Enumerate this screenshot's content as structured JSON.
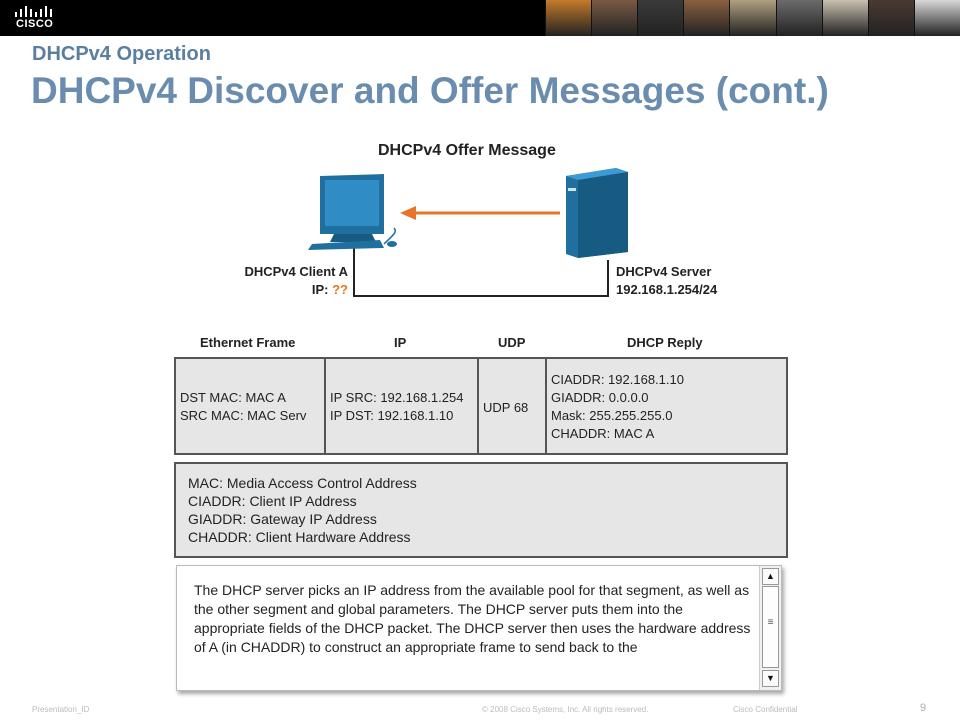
{
  "header": {
    "logo_text": "CISCO",
    "photo_colors": [
      "#c47a2a",
      "#7a5a45",
      "#3a3a3a",
      "#8a6040",
      "#b0a080",
      "#6b6b6b",
      "#c9c0b0",
      "#4a3a30",
      "#d8d8d8"
    ]
  },
  "slide": {
    "section_title": "DHCPv4 Operation",
    "title": "DHCPv4 Discover and Offer Messages (cont.)"
  },
  "diagram": {
    "title": "DHCPv4 Offer Message",
    "client": {
      "name": "DHCPv4 Client A",
      "ip_label": "IP:",
      "ip_value": "??"
    },
    "server": {
      "name": "DHCPv4 Server",
      "ip": "192.168.1.254/24"
    },
    "colors": {
      "device": "#1f6f9f",
      "arrow": "#e8742a"
    }
  },
  "frame": {
    "headers": [
      "Ethernet Frame",
      "IP",
      "UDP",
      "DHCP Reply"
    ],
    "ethernet": [
      "DST MAC: MAC A",
      "SRC MAC: MAC Serv"
    ],
    "ip": [
      "IP SRC: 192.168.1.254",
      "IP DST: 192.168.1.10"
    ],
    "udp": [
      "UDP 68"
    ],
    "dhcp": [
      "CIADDR: 192.168.1.10",
      "GIADDR: 0.0.0.0",
      "Mask: 255.255.255.0",
      "CHADDR: MAC A"
    ]
  },
  "legend": [
    "MAC: Media Access Control Address",
    "CIADDR: Client IP Address",
    "GIADDR: Gateway IP Address",
    "CHADDR: Client Hardware Address"
  ],
  "description": "The DHCP server picks an IP address from the available pool for that segment, as well as the other segment and global parameters. The DHCP server puts them into the appropriate fields of the DHCP packet. The DHCP server then uses the hardware address of A (in CHADDR) to construct an appropriate frame to send back to the",
  "scrollbar": {
    "up_icon": "▲",
    "down_icon": "▼",
    "grip_icon": "≡"
  },
  "footer": {
    "left": "Presentation_ID",
    "center": "© 2008 Cisco Systems, Inc. All rights reserved.",
    "right": "Cisco Confidential",
    "page": "9"
  }
}
